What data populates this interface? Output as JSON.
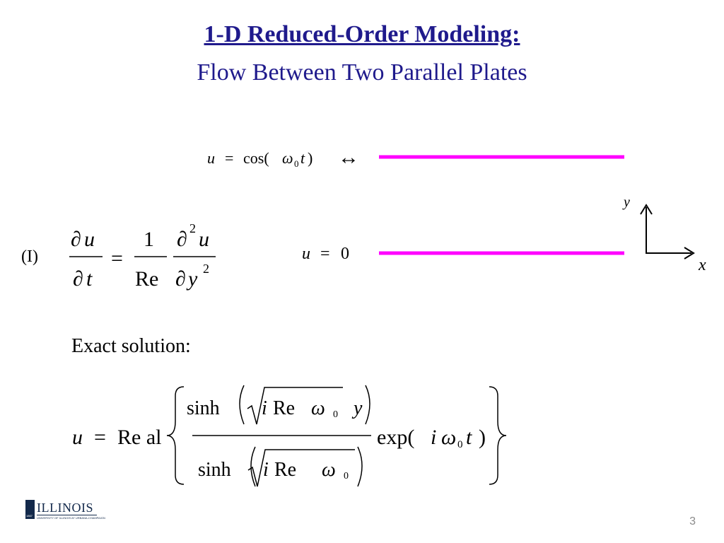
{
  "slide": {
    "title": "1-D Reduced-Order Modeling:",
    "subtitle": "Flow Between Two Parallel Plates",
    "page_number": "3"
  },
  "top_plate": {
    "bc_lhs": "u",
    "bc_eq": "=",
    "bc_func": "cos(",
    "bc_omega": "ω",
    "bc_sub": "0",
    "bc_t": "t",
    "bc_close": ")",
    "arrow": "↔",
    "color": "#ff00ff"
  },
  "bottom_plate": {
    "bc_lhs": "u",
    "bc_eq": "=",
    "bc_val": "0",
    "color": "#ff00ff"
  },
  "axes": {
    "x_label": "x",
    "y_label": "y"
  },
  "equation_I": {
    "label": "(I)",
    "d": "∂",
    "u": "u",
    "t": "t",
    "eq": "=",
    "one": "1",
    "Re": "Re",
    "two": "2",
    "y": "y"
  },
  "exact_solution": {
    "label": "Exact solution:",
    "u": "u",
    "eq": "=",
    "real": "Re al",
    "sinh": "sinh",
    "i": "i",
    "Re": "Re",
    "omega": "ω",
    "sub0": "0",
    "y": "y",
    "exp": "exp(",
    "t": "t",
    "close": ")"
  },
  "logo": {
    "wordmark": "ILLINOIS",
    "tagline": "UNIVERSITY OF ILLINOIS AT URBANA-CHAMPAIGN",
    "year": "1867"
  }
}
